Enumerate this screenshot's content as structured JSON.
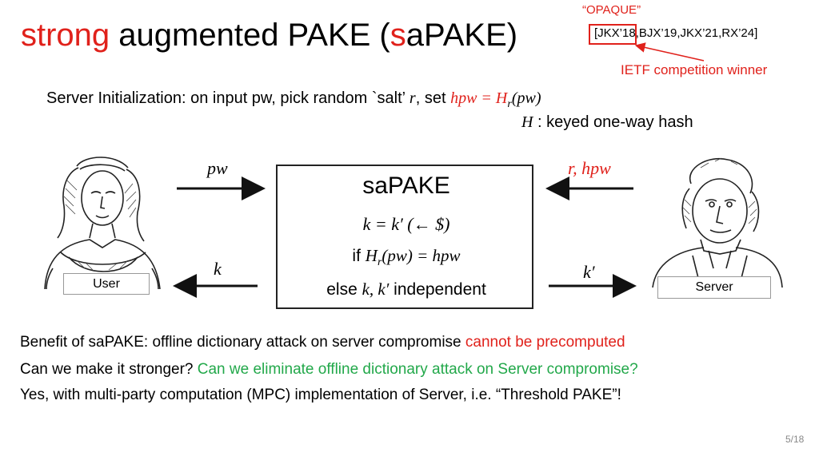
{
  "title": {
    "prefix": "strong",
    "mid": " augmented PAKE (",
    "s": "s",
    "suffix": "aPAKE)"
  },
  "annotation": {
    "opaque": "“OPAQUE”",
    "citation": "[JKX’18,BJX’19,JKX’21,RX’24]",
    "ietf": "IETF competition winner"
  },
  "init": {
    "text": "Server Initialization:  on input pw, pick random `salt’ ",
    "r": "r",
    "set_text": ", set ",
    "formula": "hpw = H",
    "formula_sub": "r",
    "formula_arg": "(pw)",
    "h_symbol": "H",
    "h_desc": " : keyed one-way hash"
  },
  "protocol": {
    "box_title": "saPAKE",
    "line1": "k = k′ (← $)",
    "line2_if": "if ",
    "line2_math": "H",
    "line2_sub": "r",
    "line2_rest": "(pw) = hpw",
    "line3_else": "else ",
    "line3_math": "k, k′",
    "line3_rest": " independent",
    "user_in": "pw",
    "user_out": "k",
    "server_in": "r, hpw",
    "server_out": "k′"
  },
  "parties": {
    "user": "User",
    "server": "Server"
  },
  "body": {
    "benefit_text": "Benefit of saPAKE:  offline dictionary attack on server compromise ",
    "benefit_red": "cannot be precomputed",
    "stronger_text": "Can we make it stronger?  ",
    "stronger_green": "Can we eliminate offline dictionary attack on Server compromise?",
    "yes_text": "Yes, with multi-party computation (MPC) implementation of Server, i.e. “Threshold PAKE”!"
  },
  "page_number": "5/18",
  "colors": {
    "red": "#e0211b",
    "green": "#22a84a"
  }
}
